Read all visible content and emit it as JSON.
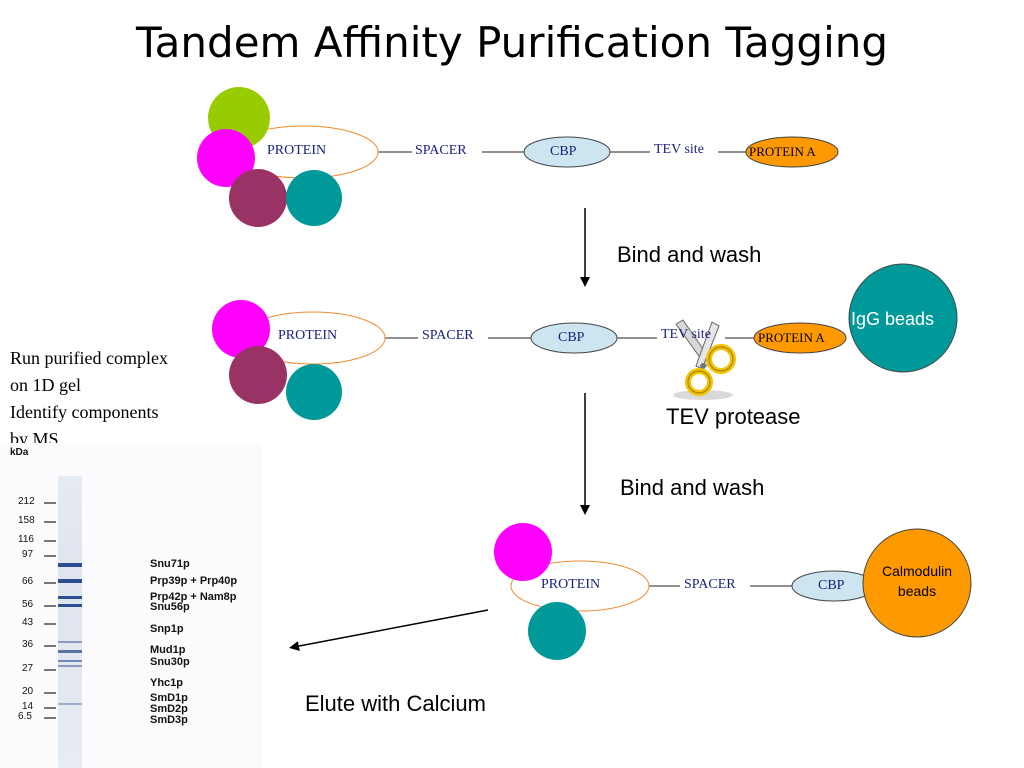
{
  "title": "Tandem Affinity Purification Tagging",
  "construct1": {
    "protein": "PROTEIN",
    "spacer": "SPACER",
    "cbp": "CBP",
    "tev_site": "TEV site",
    "protein_a": "PROTEIN A"
  },
  "step1": {
    "label": "Bind and wash"
  },
  "construct2": {
    "protein": "PROTEIN",
    "spacer": "SPACER",
    "cbp": "CBP",
    "tev_site": "TEV site",
    "protein_a": "PROTEIN A",
    "igg_beads": "IgG beads",
    "tev_protease": "TEV protease"
  },
  "step2": {
    "label": "Bind and wash"
  },
  "construct3": {
    "protein": "PROTEIN",
    "spacer": "SPACER",
    "cbp": "CBP",
    "calmodulin_line1": "Calmodulin",
    "calmodulin_line2": "beads"
  },
  "elute": {
    "label": "Elute with Calcium"
  },
  "sidenote": {
    "line1": "Run purified complex",
    "line2": "on 1D gel",
    "line3": "Identify components",
    "line4": "by MS"
  },
  "gel": {
    "unit": "kDa",
    "markers": [
      "212",
      "158",
      "116",
      "97",
      "66",
      "56",
      "43",
      "36",
      "27",
      "20",
      "14",
      "6.5"
    ],
    "proteins": [
      "Snu71p",
      "Prp39p + Prp40p",
      "Prp42p + Nam8p",
      "Snu56p",
      "Snp1p",
      "Mud1p",
      "Snu30p",
      "Yhc1p",
      "SmD1p",
      "SmD2p",
      "SmD3p"
    ]
  },
  "colors": {
    "green": "#99cc00",
    "magenta": "#ff00ff",
    "plum": "#993366",
    "teal": "#009999",
    "orange": "#ff9900",
    "cbp_blue": "#cce5f0",
    "outline_orange": "#f28a30",
    "band_blue": "#2c4d8f"
  }
}
